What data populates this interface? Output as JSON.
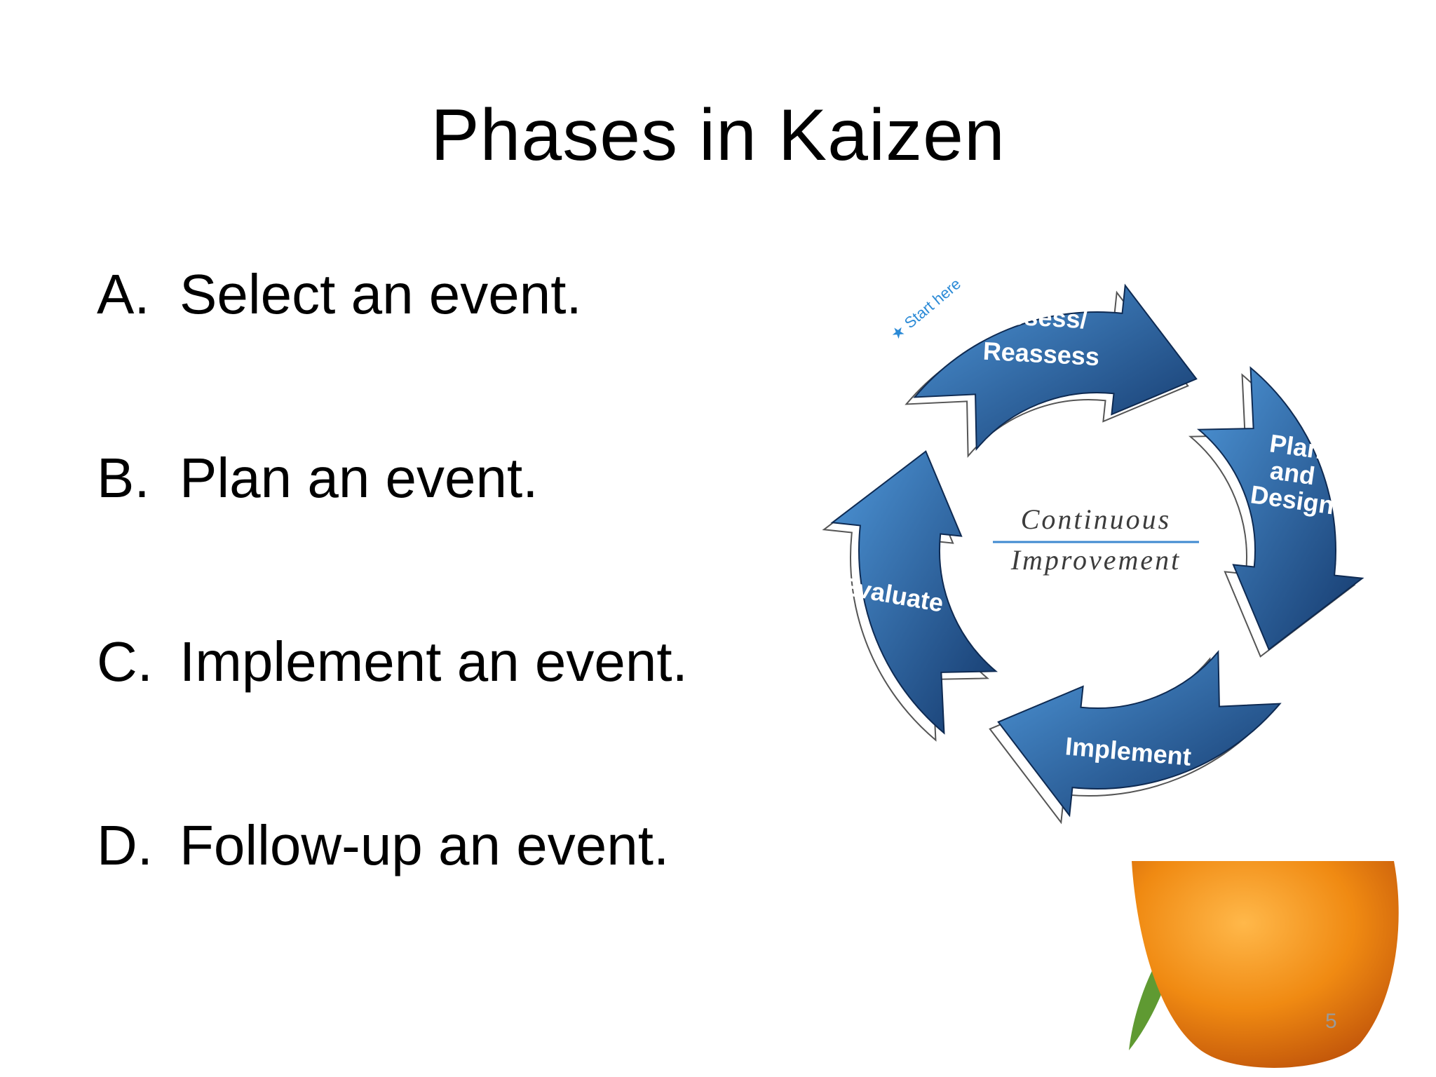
{
  "slide": {
    "title": "Phases in Kaizen",
    "page_number": "5"
  },
  "steps": [
    {
      "marker": "A.",
      "text": "Select an event."
    },
    {
      "marker": "B.",
      "text": "Plan an event."
    },
    {
      "marker": "C.",
      "text": "Implement an event."
    },
    {
      "marker": "D.",
      "text": "Follow-up an event."
    }
  ],
  "diagram": {
    "start_hint": "Start here",
    "center_line1": "Continuous",
    "center_line2": "Improvement",
    "phases": [
      {
        "lines": [
          "Assess/",
          "Reassess"
        ]
      },
      {
        "lines": [
          "Plan",
          "and",
          "Design"
        ]
      },
      {
        "lines": [
          "Implement"
        ]
      },
      {
        "lines": [
          "Evaluate"
        ]
      }
    ]
  },
  "colors": {
    "arrow_dark": "#14386b",
    "arrow_light": "#4e96d8",
    "center_rule": "#3f8ad0",
    "orange": "#f08a12",
    "leaf": "#5f9a32"
  }
}
